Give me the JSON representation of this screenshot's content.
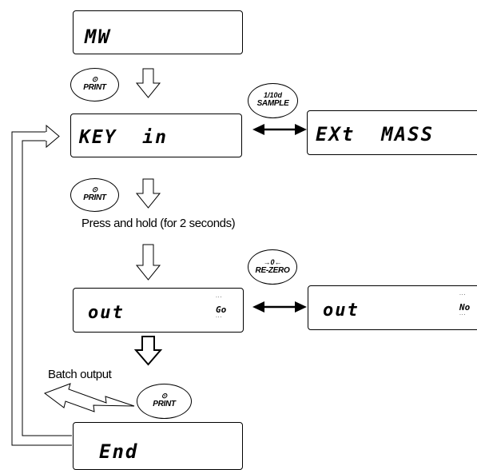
{
  "displays": {
    "mw": "MW",
    "key_in": "KEY  in",
    "ext_mass": "EXt  MASS",
    "out_go": "out",
    "out_go_indicator": "Go",
    "out_no": "out",
    "out_no_indicator": "No",
    "end": "End"
  },
  "buttons": {
    "print_1": {
      "top": "⊙",
      "bottom": "PRINT"
    },
    "sample": {
      "top": "1/10d",
      "bottom": "SAMPLE"
    },
    "print_2": {
      "top": "⊙",
      "bottom": "PRINT"
    },
    "rezero": {
      "top": "→0←",
      "bottom": "RE-ZERO"
    },
    "print_3": {
      "top": "⊙",
      "bottom": "PRINT"
    }
  },
  "labels": {
    "press_hold": "Press and hold (for 2 seconds)",
    "batch_output": "Batch output"
  }
}
